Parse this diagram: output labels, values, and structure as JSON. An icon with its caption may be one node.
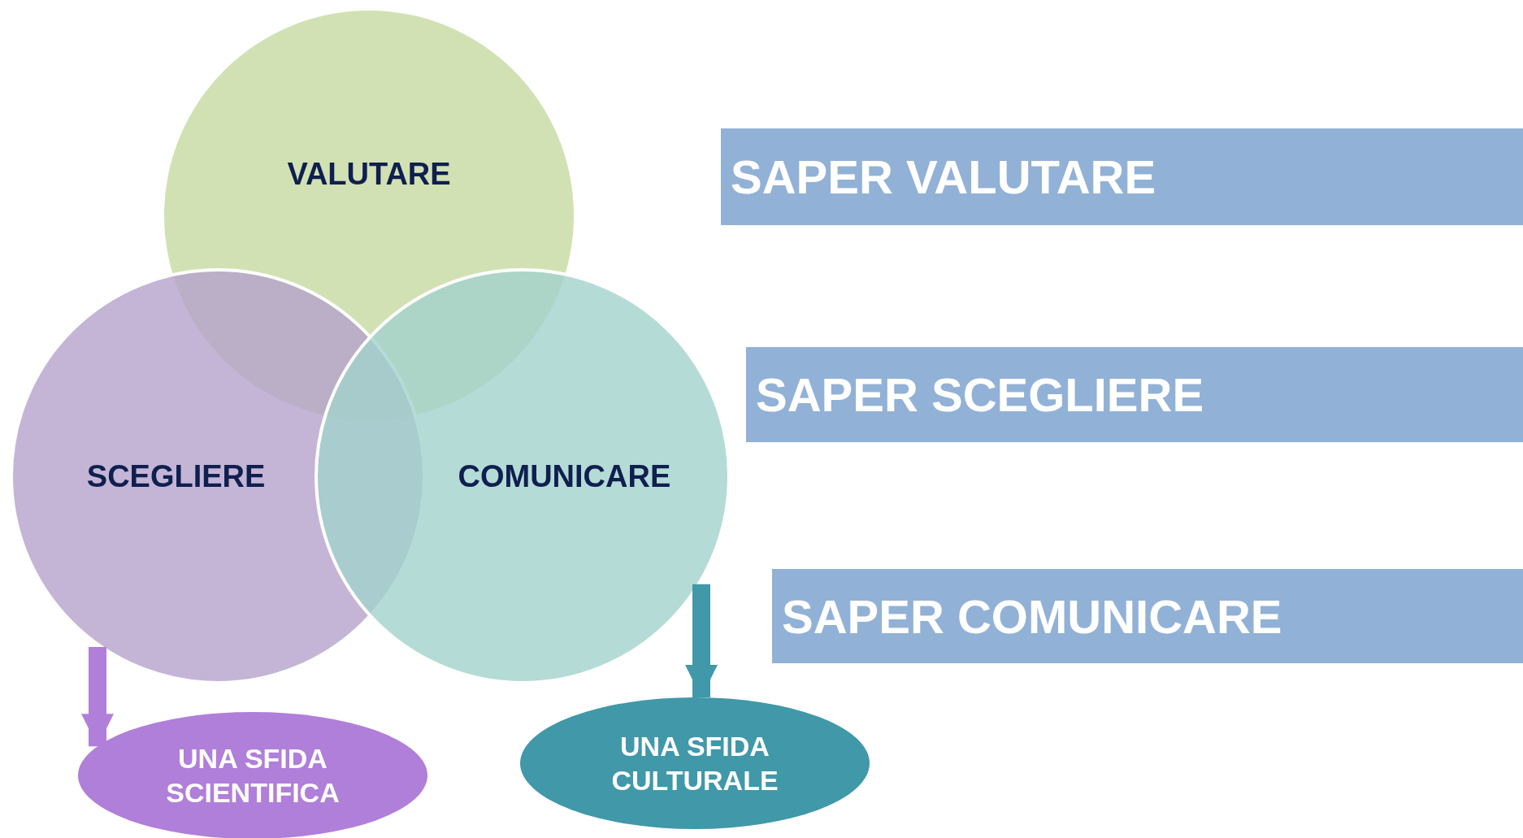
{
  "diagram": {
    "nodes": [
      {
        "text": [
          "VALUTARE"
        ]
      },
      {
        "text": [
          "SCEGLIERE"
        ]
      },
      {
        "text": [
          "COMUNICARE"
        ]
      },
      {
        "text": [
          "SAPER VALUTARE"
        ]
      },
      {
        "text": [
          "SAPER SCEGLIERE"
        ]
      },
      {
        "text": [
          "SAPER COMUNICARE"
        ]
      },
      {
        "text": [
          "UNA SFIDA SCIENTIFICA"
        ]
      },
      {
        "text": [
          "UNA SFIDA CULTURALE"
        ]
      }
    ],
    "edges": [
      {
        "from": 1,
        "to": 6,
        "arrow": "to",
        "color": "#b07fd9"
      },
      {
        "from": 2,
        "to": 7,
        "arrow": "to",
        "color": "#4098a9"
      }
    ]
  }
}
